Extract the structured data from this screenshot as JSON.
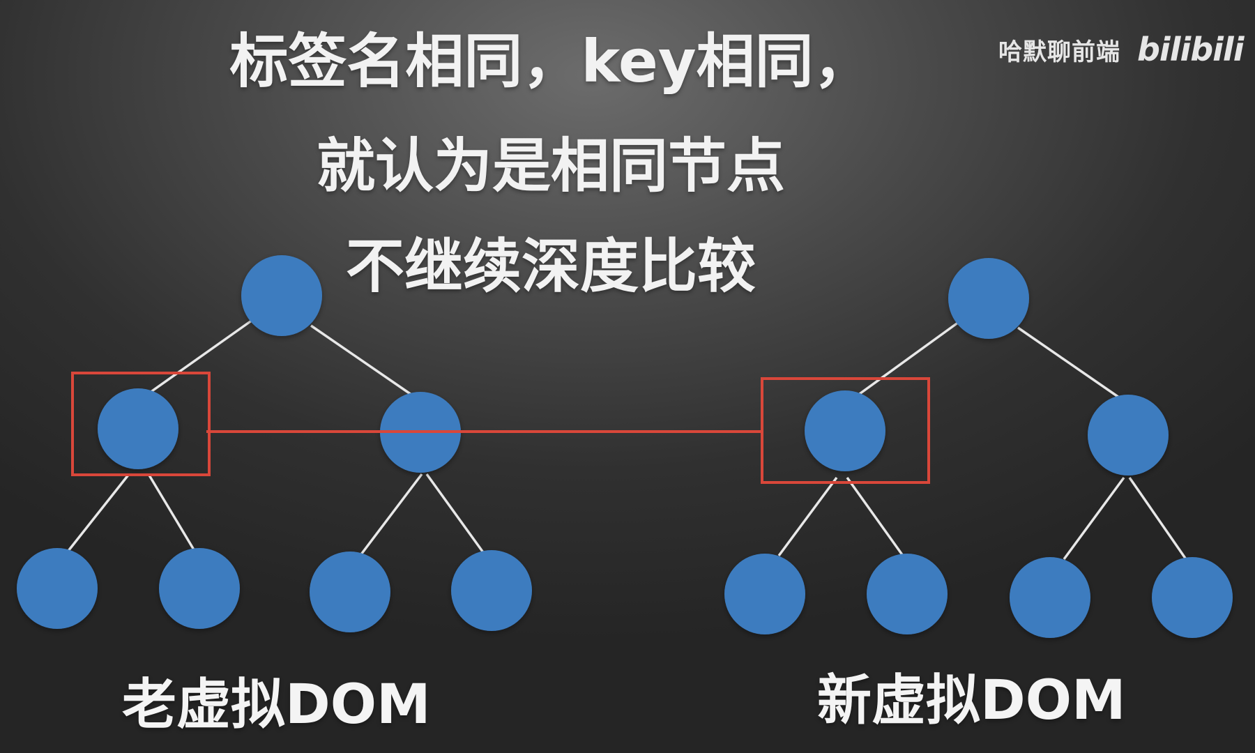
{
  "title": {
    "line1": "标签名相同，key相同，",
    "line2": "就认为是相同节点",
    "line3": "不继续深度比较"
  },
  "watermark": {
    "author": "哈默聊前端",
    "brand": "bilibili"
  },
  "trees": {
    "old": {
      "label": "老虚拟DOM"
    },
    "new": {
      "label": "新虚拟DOM"
    }
  },
  "colors": {
    "node": "#3d7bbf",
    "edge": "#e8e8e8",
    "highlight": "#d9473a",
    "text": "#f2f2f2"
  }
}
